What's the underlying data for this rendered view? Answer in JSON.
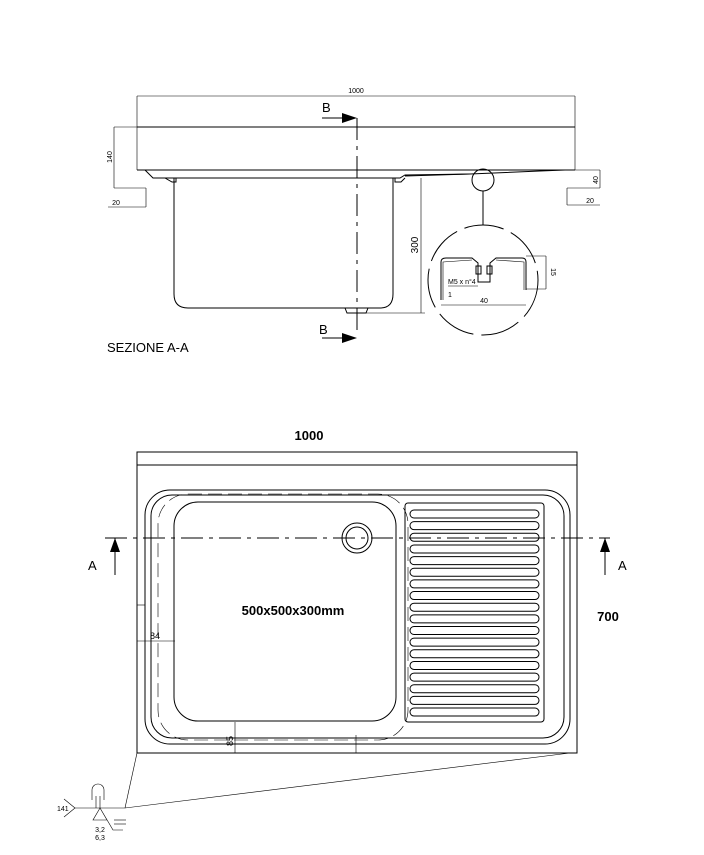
{
  "section_view": {
    "title": "SEZIONE A-A",
    "width_dim": "1000",
    "height_dim": "140",
    "left_flange_dim": "20",
    "right_flange_dim": "20",
    "right_height_dim": "40",
    "bowl_depth_dim": "300",
    "section_marker_top": "B",
    "section_marker_bottom": "B"
  },
  "detail_view": {
    "screw_label": "M5 x n°4",
    "thickness_dim": "1",
    "width_dim": "40",
    "height_dim": "15"
  },
  "plan_view": {
    "width_dim": "1000",
    "depth_dim": "700",
    "bowl_size_label": "500x500x300mm",
    "left_offset_dim": "84",
    "bottom_offset_dim": "85",
    "section_marker_left": "A",
    "section_marker_right": "A",
    "drainer_slot_count": 18
  },
  "weld_symbol": {
    "process_code": "141",
    "roughness_top": "3,2",
    "roughness_bottom": "6,3"
  }
}
